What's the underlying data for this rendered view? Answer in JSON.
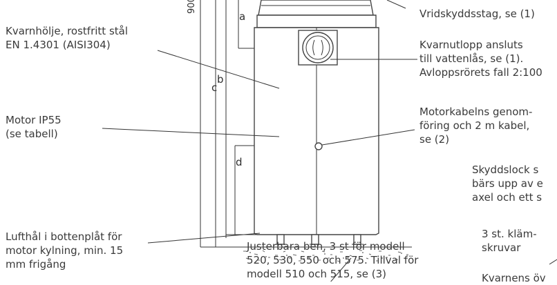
{
  "dimensions": {
    "a": "a",
    "b": "b",
    "c": "c",
    "d": "d",
    "side_value": "900"
  },
  "labels": {
    "vridskydd": "Vridskyddsstag, se (1)",
    "kvarnholje": [
      "Kvarnhölje, rostfritt stål",
      "EN 1.4301 (AISI304)"
    ],
    "kvarnutlopp": [
      "Kvarnutlopp ansluts",
      "till vattenlås, se (1).",
      "Avloppsrörets fall 2:100"
    ],
    "motor": [
      "Motor IP55",
      "(se tabell)"
    ],
    "motorkabel": [
      "Motorkabelns  genom-",
      "föring och 2 m kabel,",
      "se (2)"
    ],
    "skyddslock": [
      "Skyddslock s",
      "bärs upp av e",
      "axel och ett s"
    ],
    "lufthal": [
      "Lufthål i bottenplåt för",
      "motor kylning, min. 15",
      "mm frigång"
    ],
    "justerbara": [
      "Justerbara ben, 3 st för modell",
      "520, 530, 550 och 575. Tillval för",
      "modell 510 och 515, se (3)"
    ],
    "klamskruvar": [
      "3 st. kläm-",
      "skruvar"
    ],
    "kvarnens": "Kvarnens öv"
  }
}
